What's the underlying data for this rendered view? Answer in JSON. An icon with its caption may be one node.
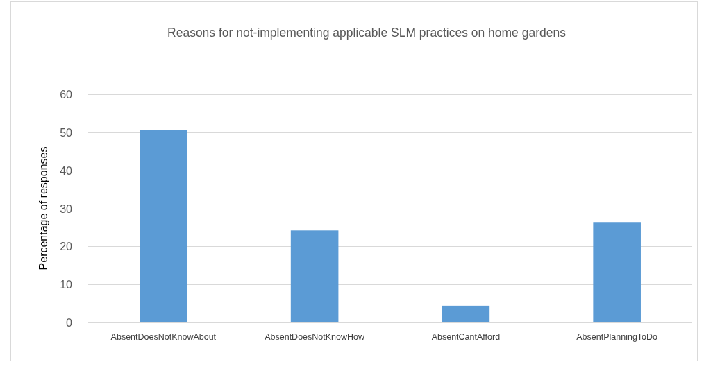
{
  "diagram": {
    "chart_data": {
      "type": "bar",
      "title": "Reasons for not-implementing applicable SLM practices on home gardens",
      "ylabel": "Percentage of responses",
      "categories": [
        "AbsentDoesNotKnowAbout",
        "AbsentDoesNotKnowHow",
        "AbsentCantAfford",
        "AbsentPlanningToDo"
      ],
      "series": [
        {
          "color": "#5b9bd5",
          "values": [
            50.6,
            24.2,
            4.4,
            26.4
          ]
        }
      ],
      "ylim": [
        0,
        60
      ],
      "grid": true,
      "yticks": [
        0,
        10,
        20,
        30,
        40,
        50,
        60
      ]
    }
  }
}
